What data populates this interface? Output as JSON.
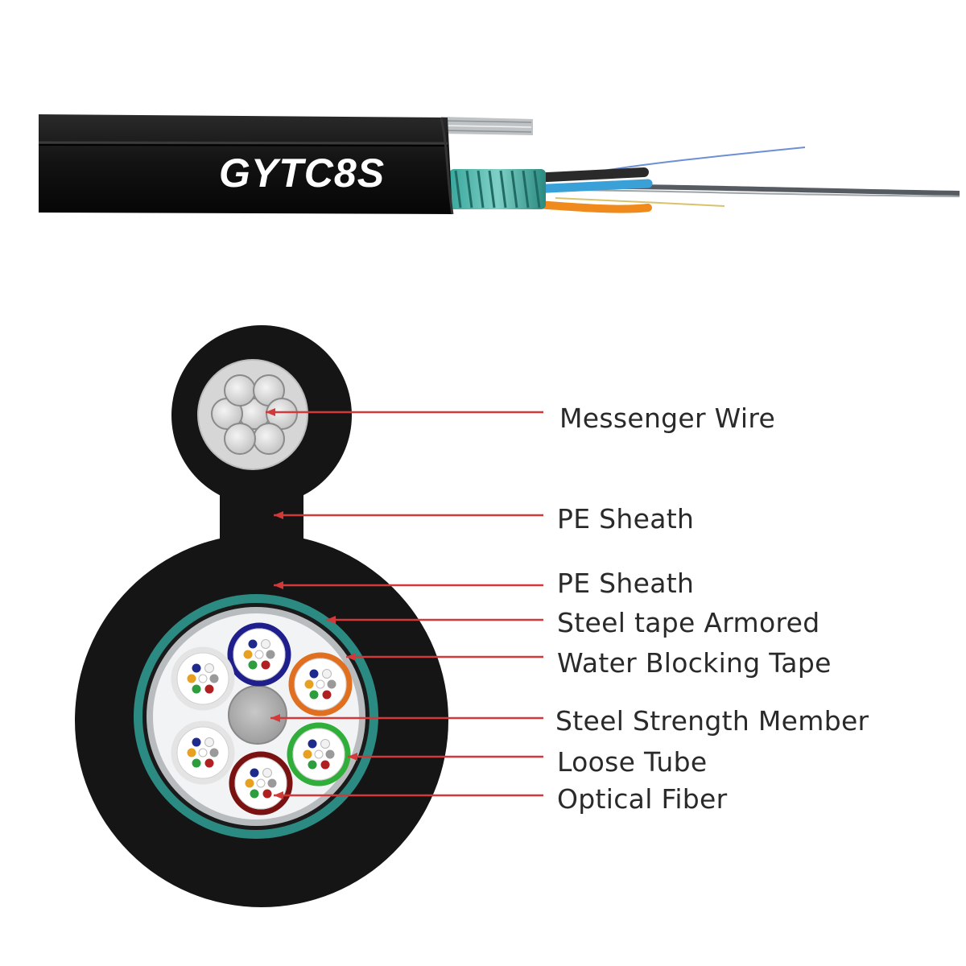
{
  "product": {
    "model": "GYTC8S"
  },
  "labels": [
    {
      "id": "messenger-wire",
      "text": "Messenger Wire"
    },
    {
      "id": "pe-sheath-upper",
      "text": "PE Sheath"
    },
    {
      "id": "pe-sheath-lower",
      "text": "PE Sheath"
    },
    {
      "id": "steel-tape-armored",
      "text": "Steel tape Armored"
    },
    {
      "id": "water-blocking-tape",
      "text": "Water Blocking Tape"
    },
    {
      "id": "steel-strength-member",
      "text": "Steel Strength Member"
    },
    {
      "id": "loose-tube",
      "text": "Loose Tube"
    },
    {
      "id": "optical-fiber",
      "text": "Optical Fiber"
    }
  ],
  "colors": {
    "jacket": "#151515",
    "armor": "#2e8f86",
    "leader_line": "#d23a3a",
    "tube_colors": [
      "#1e1e8c",
      "#e07020",
      "#2fae3a",
      "#7a1212",
      "#e4e4e4",
      "#e4e4e4"
    ],
    "fiber_colors": [
      "#1e2a8c",
      "#e8a020",
      "#2e9d3e",
      "#b02020",
      "#9a9a9a",
      "#f2f2f2"
    ]
  }
}
